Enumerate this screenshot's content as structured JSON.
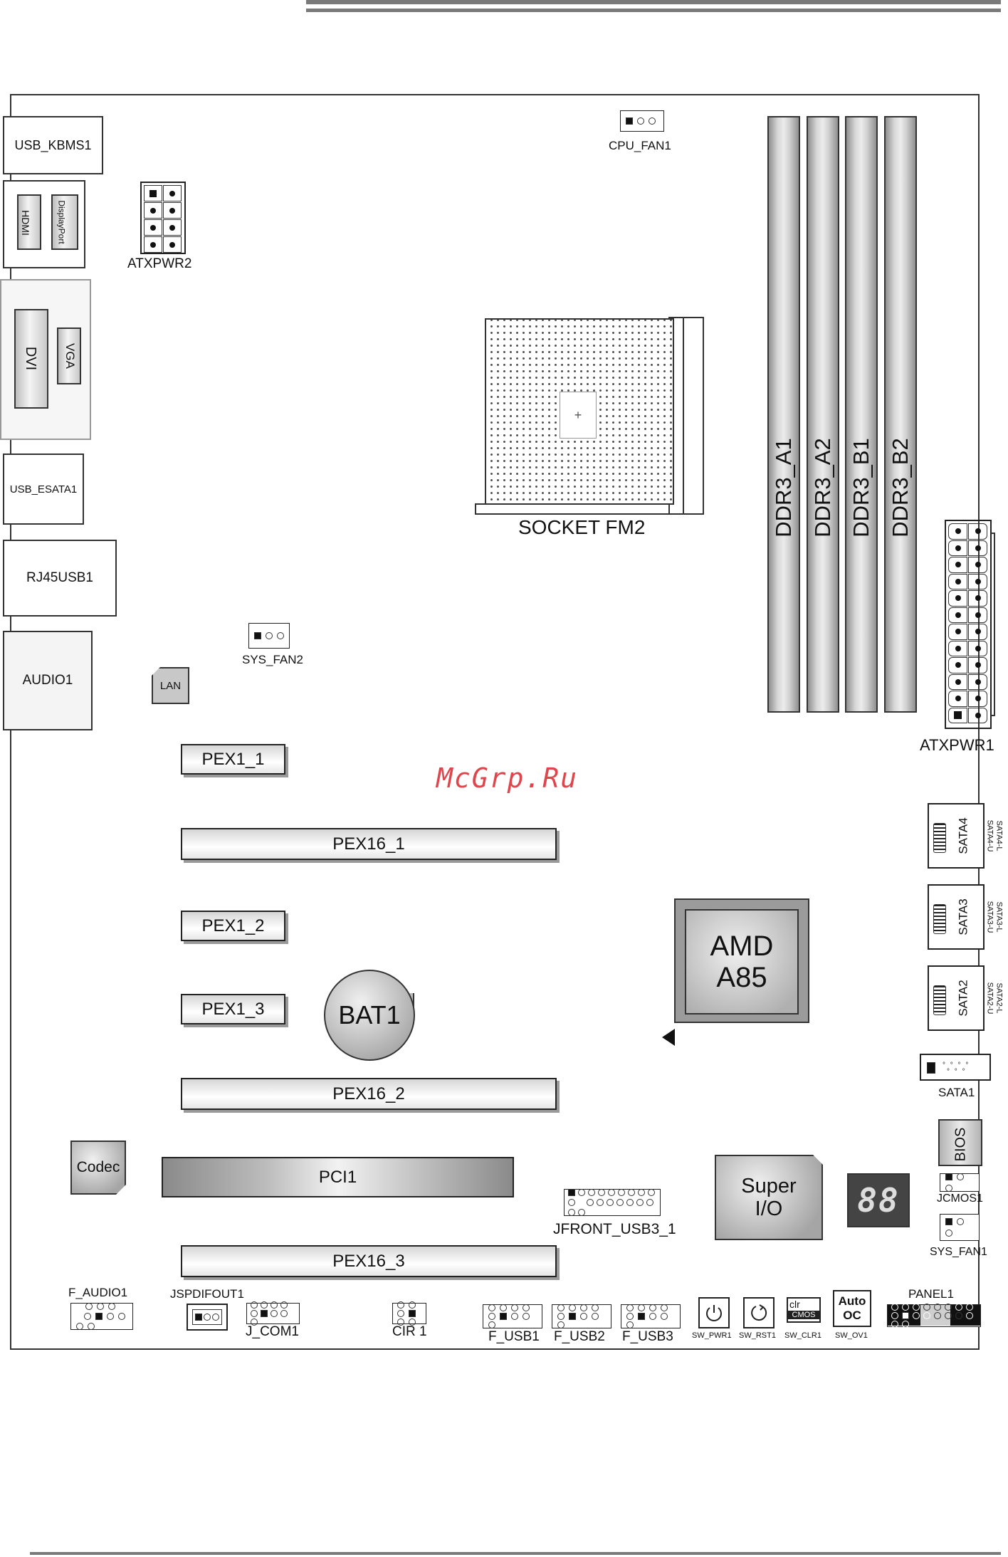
{
  "board": {
    "watermark": "McGrp.Ru",
    "io": {
      "usb_kbms": "USB_KBMS1",
      "hdmi": "HDMI",
      "displayport": "DisplayPort",
      "dvi": "DVI",
      "vga": "VGA",
      "usb_esata": "USB_ESATA1",
      "rj45usb": "RJ45USB1",
      "audio": "AUDIO1"
    },
    "power": {
      "atxpwr2": "ATXPWR2",
      "atxpwr1": "ATXPWR1"
    },
    "fans": {
      "cpu_fan": "CPU_FAN1",
      "sys_fan2": "SYS_FAN2",
      "sys_fan1": "SYS_FAN1"
    },
    "socket": "SOCKET FM2",
    "memory": [
      "DDR3_A1",
      "DDR3_A2",
      "DDR3_B1",
      "DDR3_B2"
    ],
    "chips": {
      "lan": "LAN",
      "amd_line1": "AMD",
      "amd_line2": "A85",
      "battery": "BAT1",
      "codec": "Codec",
      "superio_line1": "Super",
      "superio_line2": "I/O",
      "bios": "BIOS"
    },
    "slots": {
      "pex1_1": "PEX1_1",
      "pex16_1": "PEX16_1",
      "pex1_2": "PEX1_2",
      "pex1_3": "PEX1_3",
      "pex16_2": "PEX16_2",
      "pci1": "PCI1",
      "pex16_3": "PEX16_3"
    },
    "sata": [
      {
        "name": "SATA4",
        "sub1": "SATA4-U",
        "sub2": "SATA4-L"
      },
      {
        "name": "SATA3",
        "sub1": "SATA3-U",
        "sub2": "SATA3-L"
      },
      {
        "name": "SATA2",
        "sub1": "SATA2-U",
        "sub2": "SATA2-L"
      }
    ],
    "sata1": "SATA1",
    "headers": {
      "jfront_usb3": "JFRONT_USB3_1",
      "jcmos": "JCMOS1",
      "f_audio": "F_AUDIO1",
      "jspdifout": "JSPDIFOUT1",
      "jcom": "J_COM1",
      "cir": "CIR 1",
      "f_usb1": "F_USB1",
      "f_usb2": "F_USB2",
      "f_usb3": "F_USB3",
      "panel": "PANEL1"
    },
    "switches": {
      "sw_pwr": "SW_PWR1",
      "sw_rst": "SW_RST1",
      "sw_clr": "SW_CLR1",
      "sw_clr_top": "clr",
      "sw_clr_bottom": "CMOS",
      "sw_ov": "SW_OV1",
      "auto_line1": "Auto",
      "auto_line2": "OC"
    },
    "debug_display": "88"
  }
}
